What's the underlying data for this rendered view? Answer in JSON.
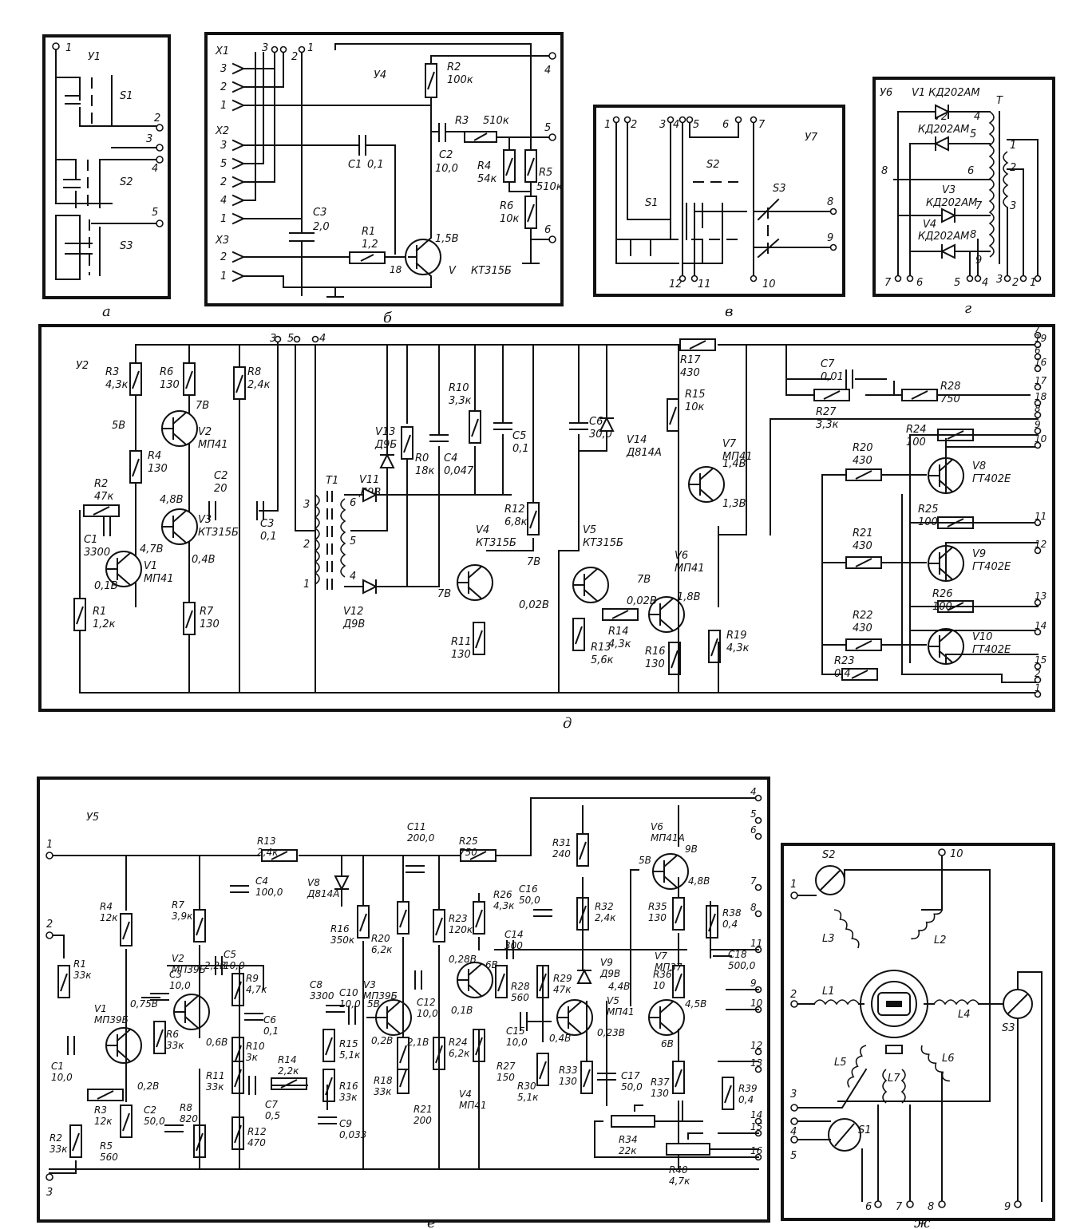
{
  "panels": {
    "a": {
      "caption": "а",
      "block": "У1",
      "switches": [
        "S1",
        "S2",
        "S3"
      ],
      "terminals": [
        "1",
        "2",
        "3",
        "4",
        "5"
      ]
    },
    "b": {
      "caption": "б",
      "block": "У4",
      "connectors": [
        "X1",
        "X2",
        "X3"
      ],
      "pins_x1": [
        "3",
        "2",
        "1"
      ],
      "pins_x2": [
        "3",
        "5",
        "2",
        "4",
        "1"
      ],
      "pins_x3": [
        "2",
        "1"
      ],
      "top_pins": [
        "3",
        "1",
        "2",
        "1"
      ],
      "terminals": [
        "4",
        "5",
        "6"
      ],
      "parts": {
        "R1": "R1",
        "R1v": "1,2",
        "R2": "R2",
        "R2v": "100к",
        "R3": "R3",
        "R3v": "510к",
        "R4": "R4",
        "R4v": "54к",
        "R5": "R5",
        "R5v": "510к",
        "R6": "R6",
        "R6v": "10к",
        "C1": "C1",
        "C1v": "0,1",
        "C2": "C2",
        "C2v": "10,0",
        "C3": "C3",
        "C3v": "2,0",
        "V": "V",
        "Vt": "КТ315Б",
        "v15": "1,5В",
        "v18": "18"
      }
    },
    "v": {
      "caption": "в",
      "block": "У7",
      "switches": [
        "S1",
        "S2",
        "S3"
      ],
      "terminals_top": [
        "1",
        "2",
        "3",
        "4",
        "5",
        "6",
        "7"
      ],
      "terminals_side": [
        "8",
        "9"
      ],
      "terminals_bot": [
        "12",
        "11",
        "10"
      ]
    },
    "g": {
      "caption": "г",
      "block": "У6",
      "transformer": "T",
      "diodes": [
        "V1 КД202АМ",
        "V2",
        "КД202АМ",
        "V3",
        "КД202АМ",
        "V4",
        "КД202АМ"
      ],
      "winding": [
        "4",
        "5",
        "6",
        "7",
        "8",
        "9"
      ],
      "secondary": [
        "1",
        "2",
        "3"
      ],
      "terminals": [
        "8",
        "7",
        "6",
        "5",
        "4",
        "3",
        "2",
        "1"
      ]
    },
    "d": {
      "caption": "д",
      "block": "У2",
      "top_terminals": [
        "3",
        "5",
        "4"
      ],
      "right_terminals": [
        "7",
        "19",
        "6",
        "16",
        "17",
        "18",
        "8",
        "9",
        "10",
        "11",
        "12",
        "13",
        "14",
        "15",
        "2",
        "1"
      ],
      "parts": [
        {
          "ref": "R3",
          "val": "4,3к"
        },
        {
          "ref": "R6",
          "val": "130"
        },
        {
          "ref": "R8",
          "val": "2,4к"
        },
        {
          "ref": "R4",
          "val": "130"
        },
        {
          "ref": "R2",
          "val": "47к"
        },
        {
          "ref": "C1",
          "val": "3300"
        },
        {
          "ref": "R1",
          "val": "1,2к"
        },
        {
          "ref": "R7",
          "val": "130"
        },
        {
          "ref": "C2",
          "val": "20"
        },
        {
          "ref": "C3",
          "val": "0,1"
        },
        {
          "ref": "R10",
          "val": "3,3к"
        },
        {
          "ref": "C5",
          "val": "0,1"
        },
        {
          "ref": "R0",
          "val": "18к"
        },
        {
          "ref": "C4",
          "val": "0,047"
        },
        {
          "ref": "R12",
          "val": "6,8к"
        },
        {
          "ref": "R11",
          "val": "130"
        },
        {
          "ref": "C6",
          "val": "30,0"
        },
        {
          "ref": "R14",
          "val": "4,3к"
        },
        {
          "ref": "R13",
          "val": "5,6к"
        },
        {
          "ref": "R16",
          "val": "130"
        },
        {
          "ref": "R17",
          "val": "430"
        },
        {
          "ref": "R15",
          "val": "10к"
        },
        {
          "ref": "R19",
          "val": "4,3к"
        },
        {
          "ref": "C7",
          "val": "0,01"
        },
        {
          "ref": "R27",
          "val": "3,3к"
        },
        {
          "ref": "R28",
          "val": "750"
        },
        {
          "ref": "R24",
          "val": "100"
        },
        {
          "ref": "R20",
          "val": "430"
        },
        {
          "ref": "R25",
          "val": "100"
        },
        {
          "ref": "R21",
          "val": "430"
        },
        {
          "ref": "R26",
          "val": "100"
        },
        {
          "ref": "R22",
          "val": "430"
        },
        {
          "ref": "R23",
          "val": "0,4"
        }
      ],
      "transistors": [
        {
          "ref": "V1",
          "type": "МП41"
        },
        {
          "ref": "V2",
          "type": "МП41"
        },
        {
          "ref": "V3",
          "type": "КТ315Б"
        },
        {
          "ref": "V4",
          "type": "КТ315Б"
        },
        {
          "ref": "V5",
          "type": "КТ315Б"
        },
        {
          "ref": "V6",
          "type": "МП41"
        },
        {
          "ref": "V7",
          "type": "МП41"
        },
        {
          "ref": "V8",
          "type": "ГТ402Е"
        },
        {
          "ref": "V9",
          "type": "ГТ402Е"
        },
        {
          "ref": "V10",
          "type": "ГТ402Е"
        }
      ],
      "diodes": [
        {
          "ref": "V13",
          "type": "Д9Б"
        },
        {
          "ref": "V11",
          "type": "Д9В"
        },
        {
          "ref": "V12",
          "type": "Д9В"
        },
        {
          "ref": "V14",
          "type": "Д814А"
        }
      ],
      "transformer": "T1",
      "windings": [
        "3",
        "2",
        "1",
        "6",
        "5",
        "4"
      ],
      "voltages": [
        "5В",
        "7В",
        "4,8В",
        "4,7В",
        "0,1В",
        "0,4В",
        "7В",
        "7В",
        "7В",
        "0,02В",
        "0,02В",
        "1,4В",
        "1,3В",
        "1,8В"
      ]
    },
    "e": {
      "caption": "е",
      "block": "У5",
      "terminals_left": [
        "1",
        "2",
        "3"
      ],
      "terminals_right": [
        "4",
        "5",
        "6",
        "7",
        "8",
        "11",
        "9",
        "10",
        "12",
        "13",
        "14",
        "15",
        "16"
      ],
      "parts": [
        {
          "ref": "R4",
          "val": "12к"
        },
        {
          "ref": "R1",
          "val": "33к"
        },
        {
          "ref": "C1",
          "val": "10,0"
        },
        {
          "ref": "R2",
          "val": "33к"
        },
        {
          "ref": "R3",
          "val": "12к"
        },
        {
          "ref": "R5",
          "val": "560"
        },
        {
          "ref": "C3",
          "val": "10,0"
        },
        {
          "ref": "R7",
          "val": "3,9к"
        },
        {
          "ref": "R6",
          "val": "33к"
        },
        {
          "ref": "C2",
          "val": "50,0"
        },
        {
          "ref": "R8",
          "val": "820"
        },
        {
          "ref": "C5",
          "val": "10,0"
        },
        {
          "ref": "R9",
          "val": "4,7к"
        },
        {
          "ref": "C6",
          "val": "0,1"
        },
        {
          "ref": "R10",
          "val": "3к"
        },
        {
          "ref": "R11",
          "val": "33к"
        },
        {
          "ref": "C7",
          "val": "0,5"
        },
        {
          "ref": "R12",
          "val": "470"
        },
        {
          "ref": "R13",
          "val": "2,4к"
        },
        {
          "ref": "C4",
          "val": "100,0"
        },
        {
          "ref": "R14",
          "val": "2,2к"
        },
        {
          "ref": "C8",
          "val": "3300"
        },
        {
          "ref": "R16",
          "val": "350к"
        },
        {
          "ref": "R15",
          "val": "5,1к"
        },
        {
          "ref": "R16",
          "val": "33к"
        },
        {
          "ref": "C9",
          "val": "0,033"
        },
        {
          "ref": "C10",
          "val": "10,0"
        },
        {
          "ref": "R20",
          "val": "6,2к"
        },
        {
          "ref": "R18",
          "val": "33к"
        },
        {
          "ref": "C11",
          "val": "200,0"
        },
        {
          "ref": "C12",
          "val": "10,0"
        },
        {
          "ref": "R21",
          "val": "200"
        },
        {
          "ref": "R23",
          "val": "120к"
        },
        {
          "ref": "R24",
          "val": "6,2к"
        },
        {
          "ref": "R25",
          "val": "750"
        },
        {
          "ref": "R26",
          "val": "4,3к"
        },
        {
          "ref": "C14",
          "val": "300"
        },
        {
          "ref": "C16",
          "val": "50,0"
        },
        {
          "ref": "R27",
          "val": "150"
        },
        {
          "ref": "R28",
          "val": "560"
        },
        {
          "ref": "C15",
          "val": "10,0"
        },
        {
          "ref": "R30",
          "val": "5,1к"
        },
        {
          "ref": "R29",
          "val": "47к"
        },
        {
          "ref": "R31",
          "val": "240"
        },
        {
          "ref": "R32",
          "val": "2,4к"
        },
        {
          "ref": "R33",
          "val": "130"
        },
        {
          "ref": "C17",
          "val": "50,0"
        },
        {
          "ref": "R34",
          "val": "22к"
        },
        {
          "ref": "R35",
          "val": "130"
        },
        {
          "ref": "R36",
          "val": "10"
        },
        {
          "ref": "R37",
          "val": "130"
        },
        {
          "ref": "R38",
          "val": "0,4"
        },
        {
          "ref": "C18",
          "val": "500,0"
        },
        {
          "ref": "R39",
          "val": "0,4"
        },
        {
          "ref": "R40",
          "val": "4,7к"
        }
      ],
      "transistors": [
        {
          "ref": "V1",
          "type": "МП39Б"
        },
        {
          "ref": "V2",
          "type": "МП39Б"
        },
        {
          "ref": "V3",
          "type": "МП39Б"
        },
        {
          "ref": "V4",
          "type": "МП41"
        },
        {
          "ref": "V5",
          "type": "МП41"
        },
        {
          "ref": "V6",
          "type": "МП41А"
        },
        {
          "ref": "V7",
          "type": "МП37"
        }
      ],
      "diodes": [
        {
          "ref": "V8",
          "type": "Д814А"
        },
        {
          "ref": "V9",
          "type": "Д9В"
        }
      ],
      "voltages": [
        "0,75В",
        "0,2В",
        "2,2В",
        "0,6В",
        "5В",
        "0,28В",
        "2,1В",
        "0,2В",
        "0,1В",
        "6В",
        "0,4В",
        "4,4В",
        "0,23В",
        "9В",
        "5В",
        "4,8В",
        "4,5В",
        "6В"
      ]
    },
    "zh": {
      "caption": "ж",
      "switches": [
        "S2",
        "S1",
        "S3"
      ],
      "coils": [
        "L1",
        "L2",
        "L3",
        "L4",
        "L5",
        "L6",
        "L7"
      ],
      "terminals": [
        "1",
        "2",
        "3",
        "4",
        "5",
        "6",
        "7",
        "8",
        "9",
        "10"
      ]
    }
  }
}
